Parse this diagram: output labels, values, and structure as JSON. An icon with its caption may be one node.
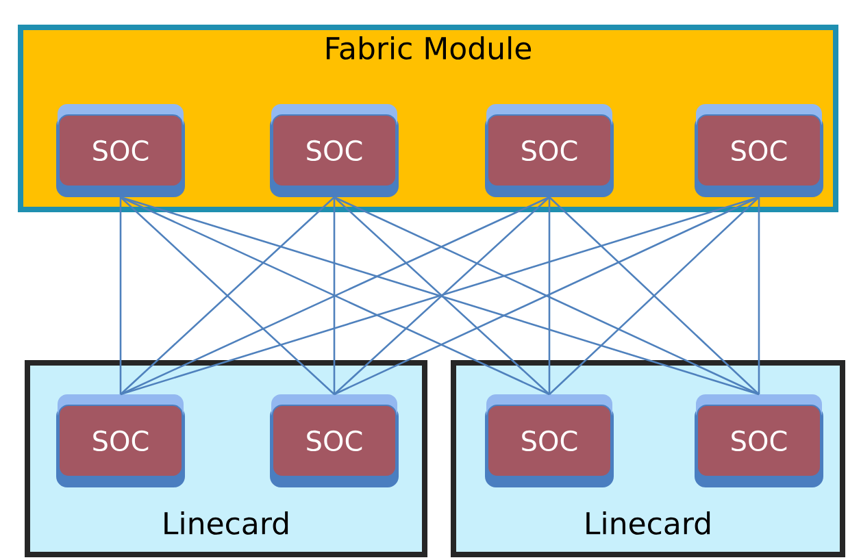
{
  "diagram": {
    "nodes": [
      {
        "text": [
          "Fabric Module"
        ]
      },
      {
        "text": [
          "SOC"
        ],
        "in": 0
      },
      {
        "text": [
          "SOC"
        ],
        "in": 0
      },
      {
        "text": [
          "SOC"
        ],
        "in": 0
      },
      {
        "text": [
          "SOC"
        ],
        "in": 0
      },
      {
        "text": [
          "Linecard"
        ]
      },
      {
        "text": [
          "SOC"
        ],
        "in": 5
      },
      {
        "text": [
          "SOC"
        ],
        "in": 5
      },
      {
        "text": [
          "Linecard"
        ]
      },
      {
        "text": [
          "SOC"
        ],
        "in": 8
      },
      {
        "text": [
          "SOC"
        ],
        "in": 8
      }
    ],
    "edges": [
      {
        "from": 1,
        "to": 6,
        "arrow": "none"
      },
      {
        "from": 1,
        "to": 7,
        "arrow": "none"
      },
      {
        "from": 1,
        "to": 9,
        "arrow": "none"
      },
      {
        "from": 1,
        "to": 10,
        "arrow": "none"
      },
      {
        "from": 2,
        "to": 6,
        "arrow": "none"
      },
      {
        "from": 2,
        "to": 7,
        "arrow": "none"
      },
      {
        "from": 2,
        "to": 9,
        "arrow": "none"
      },
      {
        "from": 2,
        "to": 10,
        "arrow": "none"
      },
      {
        "from": 3,
        "to": 6,
        "arrow": "none"
      },
      {
        "from": 3,
        "to": 7,
        "arrow": "none"
      },
      {
        "from": 3,
        "to": 9,
        "arrow": "none"
      },
      {
        "from": 3,
        "to": 10,
        "arrow": "none"
      },
      {
        "from": 4,
        "to": 6,
        "arrow": "none"
      },
      {
        "from": 4,
        "to": 7,
        "arrow": "none"
      },
      {
        "from": 4,
        "to": 9,
        "arrow": "none"
      },
      {
        "from": 4,
        "to": 10,
        "arrow": "none"
      }
    ]
  }
}
